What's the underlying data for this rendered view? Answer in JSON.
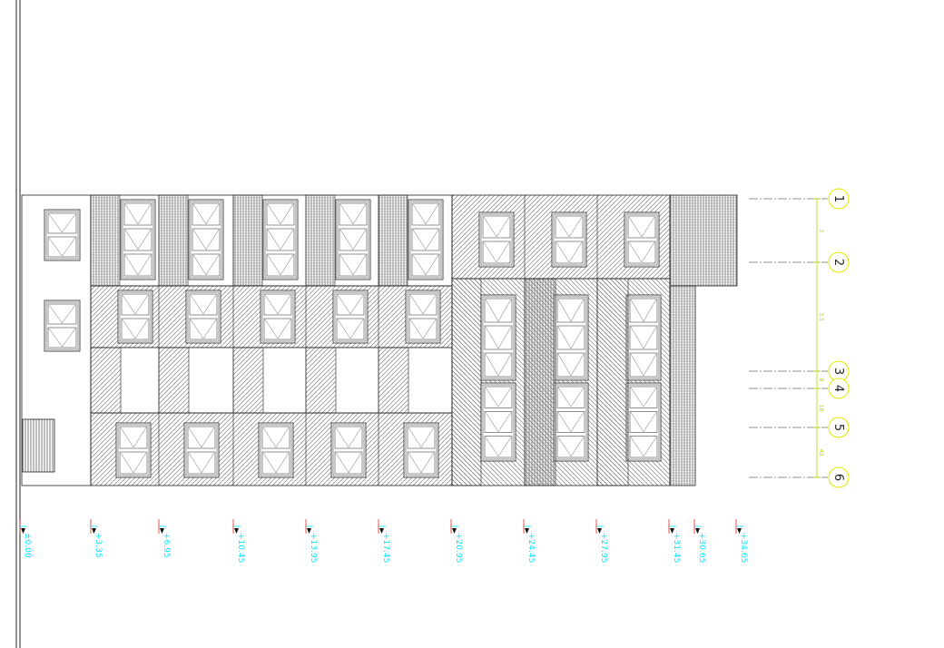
{
  "colors": {
    "line": "#222222",
    "hatch": "#555555",
    "elevation": "#00e5ff",
    "elevation_tick": "#e02020",
    "grid_circle": "#e6e600",
    "dimension": "#b6d400"
  },
  "elevation_marks": [
    "±0.00",
    "+3.35",
    "+6.95",
    "+10.45",
    "+13.95",
    "+17.45",
    "+20.95",
    "+24.45",
    "+27.95",
    "+31.45",
    "+30.65",
    "+34.65"
  ],
  "grid_axes": [
    "1",
    "2",
    "3",
    "4",
    "5",
    "6"
  ],
  "dimensions": [
    "3",
    "3.5",
    "8",
    "18",
    "43"
  ]
}
